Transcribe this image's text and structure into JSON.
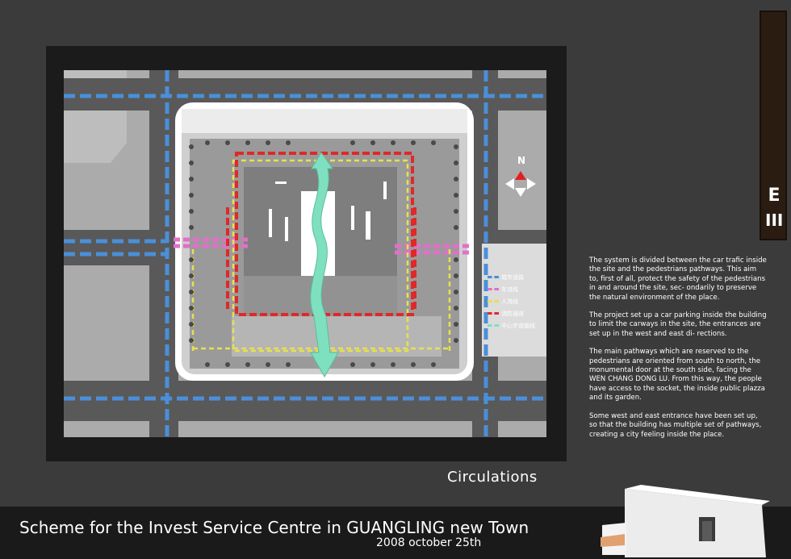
{
  "compass": {
    "label": "N",
    "icon": "north-arrow-icon"
  },
  "legend": {
    "items": [
      {
        "label": "城市道路",
        "color": "#4a8fd8",
        "icon": "dashed-line-icon"
      },
      {
        "label": "车流线",
        "color": "#e070c8",
        "icon": "dashed-line-icon"
      },
      {
        "label": "人流线",
        "color": "#e8e050",
        "icon": "dashed-line-icon"
      },
      {
        "label": "消防通道",
        "color": "#e02828",
        "icon": "dashed-line-icon"
      },
      {
        "label": "中心步道轴线",
        "color": "#7fe0c0",
        "icon": "arrow-line-icon"
      }
    ]
  },
  "section_title": "Circulations",
  "description": [
    "The system is divided between the car trafic inside the site and the pedestrians pathways. This aim to, first of all, protect the safety of the pedestrians in and around the site, sec- ondarily to preserve the natural environment of the place.",
    "The project set up a car parking inside the building to limit the carways in the site, the entrances are set up in the west and east di- rections.",
    "The main pathways which are reserved to the pedestrians are oriented from south to north, the monumental door at the south side, facing the WEN CHANG DONG LU. From this way, the people have access to the socket, the inside public plazza and its garden.",
    "Some west and east entrance have been set up, so that the building has multiple set of pathways, creating a city feeling inside the place."
  ],
  "title": "Scheme for the Invest Service Centre in GUANGLING new Town",
  "date": "2008 october 25th",
  "side_badge": {
    "letter": "E",
    "numeral": "III"
  },
  "colors": {
    "background": "#3b3b3b",
    "panel": "#1b1b1b",
    "road": "#5a5a5a",
    "city_road": "#4a8fd8",
    "car_flow": "#e070c8",
    "people_flow": "#e8e050",
    "fire_lane": "#e02828",
    "central_axis": "#7fe0c0"
  }
}
